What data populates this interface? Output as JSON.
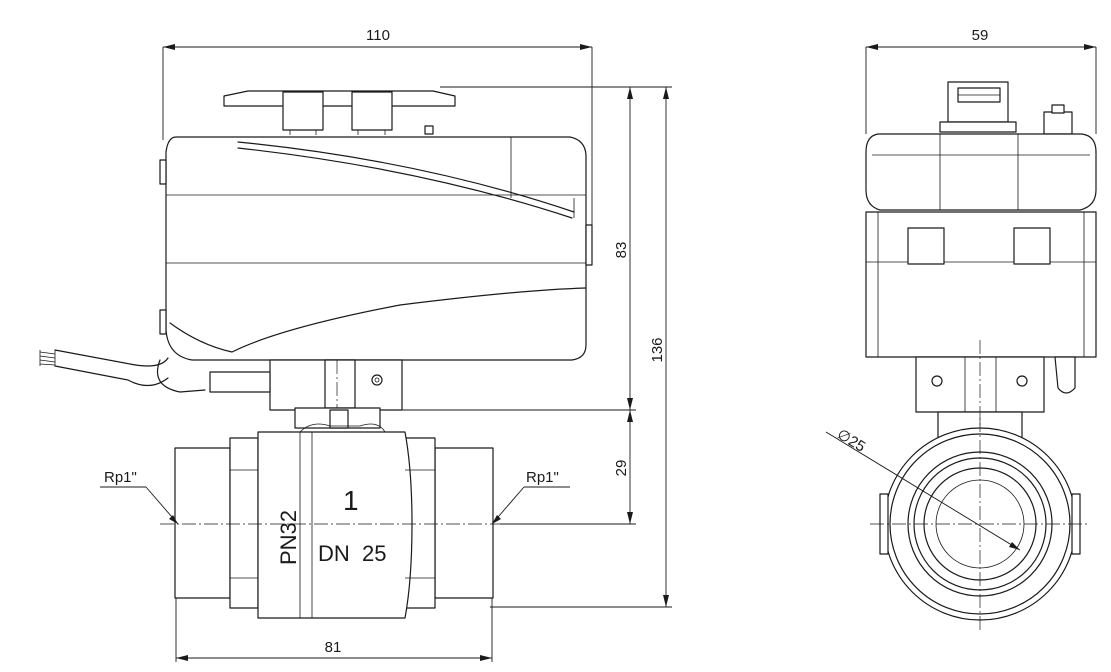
{
  "dimensions": {
    "front_width": "110",
    "side_width": "59",
    "actuator_height": "83",
    "total_height": "136",
    "valve_height": "29",
    "valve_length": "81",
    "thread_left": "Rp1\"",
    "thread_right": "Rp1\"",
    "bore_diameter": "∅25"
  },
  "body_markings": {
    "pressure": "PN32",
    "nominal": "DN",
    "size": "25",
    "number": "1"
  }
}
